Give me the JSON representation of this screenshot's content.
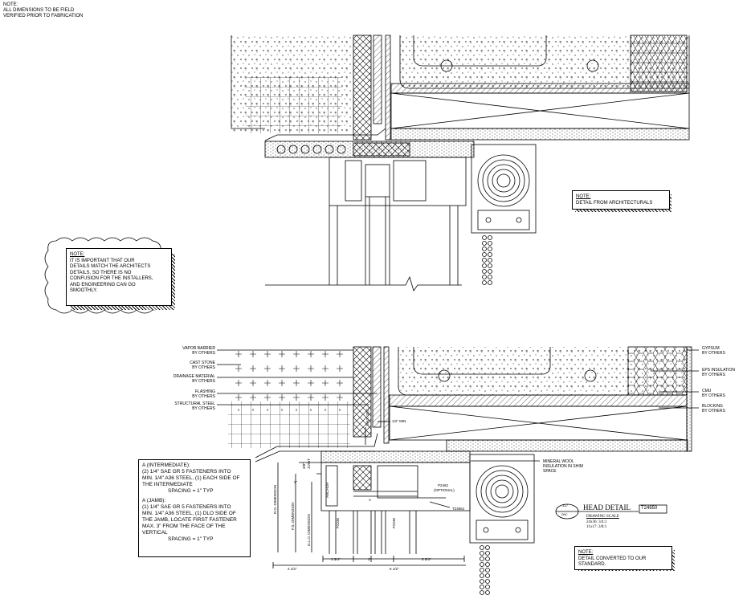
{
  "top_note": {
    "title": "NOTE:",
    "line1": "ALL DIMENSIONS TO BE FIELD",
    "line2": "VERIFIED PRIOR TO FABRICATION"
  },
  "note_arch": {
    "title": "NOTE:",
    "body": "DETAIL FROM ARCHITECTURALS"
  },
  "note_cloud": {
    "title": "NOTE:",
    "lines": [
      "IT IS IMPORTANT THAT OUR",
      "DETAILS MATCH THE ARCHITECTS",
      "DETAILS, SO THERE IS NO",
      "CONFUSION FOR THE INSTALLERS,",
      "AND ENGINEERING CAN GO",
      "SMOOTHLY."
    ]
  },
  "note_converted": {
    "title": "NOTE:",
    "lines": [
      "DETAIL CONVERTED TO OUR",
      "STANDARD."
    ]
  },
  "left_labels": [
    {
      "l1": "VAPOR BARRIER",
      "l2": "BY OTHERS"
    },
    {
      "l1": "CAST STONE",
      "l2": "BY OTHERS"
    },
    {
      "l1": "DRAINAGE MATERIAL",
      "l2": "BY OTHERS"
    },
    {
      "l1": "FLASHING",
      "l2": "BY OTHERS"
    },
    {
      "l1": "STRUCTURAL STEEL",
      "l2": "BY OTHERS"
    }
  ],
  "right_labels": [
    {
      "l1": "GYPSUM",
      "l2": "BY OTHERS"
    },
    {
      "l1": "EPS INSULATION",
      "l2": "BY OTHERS"
    },
    {
      "l1": "CMU",
      "l2": "BY OTHERS"
    },
    {
      "l1": "BLOCKING",
      "l2": "BY OTHERS"
    }
  ],
  "mineral_wool": [
    "MINERAL WOOL",
    "INSULATION IN SHIM",
    "SPACE"
  ],
  "dims": {
    "half_min": "1/2\" MIN.",
    "max_sec": "MAX. SEC.",
    "d3_8": "3/8\"",
    "joint": "JOINT",
    "d3_8b": "3/8\"",
    "ro": "R.O. DIMENSION",
    "fs": "F.S. DIMENSION",
    "dlo": "D.L.O. DIMENSION",
    "d2": "2\"",
    "d1_3_4": "1 3/4\"",
    "d1": "1\"",
    "d3_3_4": "3 3/4\"",
    "d2_1_2": "2 1/2\"",
    "d6_1_2": "6 1/2\""
  },
  "parts": {
    "p2462": "P2462",
    "optional": "(OPTIONAL)",
    "t24661": "T24661",
    "a": "A",
    "p2236a": "P2236",
    "p2236b": "P2236",
    "anchor": "ANCHOR"
  },
  "anchor_note": {
    "a_int": "A (INTERMEDIATE):",
    "a_int_lines": [
      "(2) 1/4\" SAE GR 5 FASTENERS INTO",
      "MIN. 1/4\" A36 STEEL, (1) EACH SIDE OF",
      "THE INTERMEDIATE"
    ],
    "a_int_spacing": "SPACING = 1\" TYP",
    "a_jamb": "A (JAMB):",
    "a_jamb_lines": [
      "(1) 1/4\" SAE GR 5 FASTENERS INTO",
      "MIN. 1/4\" A36 STEEL, (1) DLO SIDE OF",
      "THE JAMB, LOCATE FIRST FASTENER",
      "MAX. 3\" FROM THE FACE OF THE",
      "VERTICAL"
    ],
    "a_jamb_spacing": "SPACING = 1\" TYP"
  },
  "title_block": {
    "number": "117",
    "sheet": "DNC",
    "title": "HEAD DETAIL",
    "code": "T24650",
    "scale_label": "DRAWING SCALE",
    "scale1": "24x36: 3/4:1",
    "scale2": "11x17: 3/8:1"
  }
}
